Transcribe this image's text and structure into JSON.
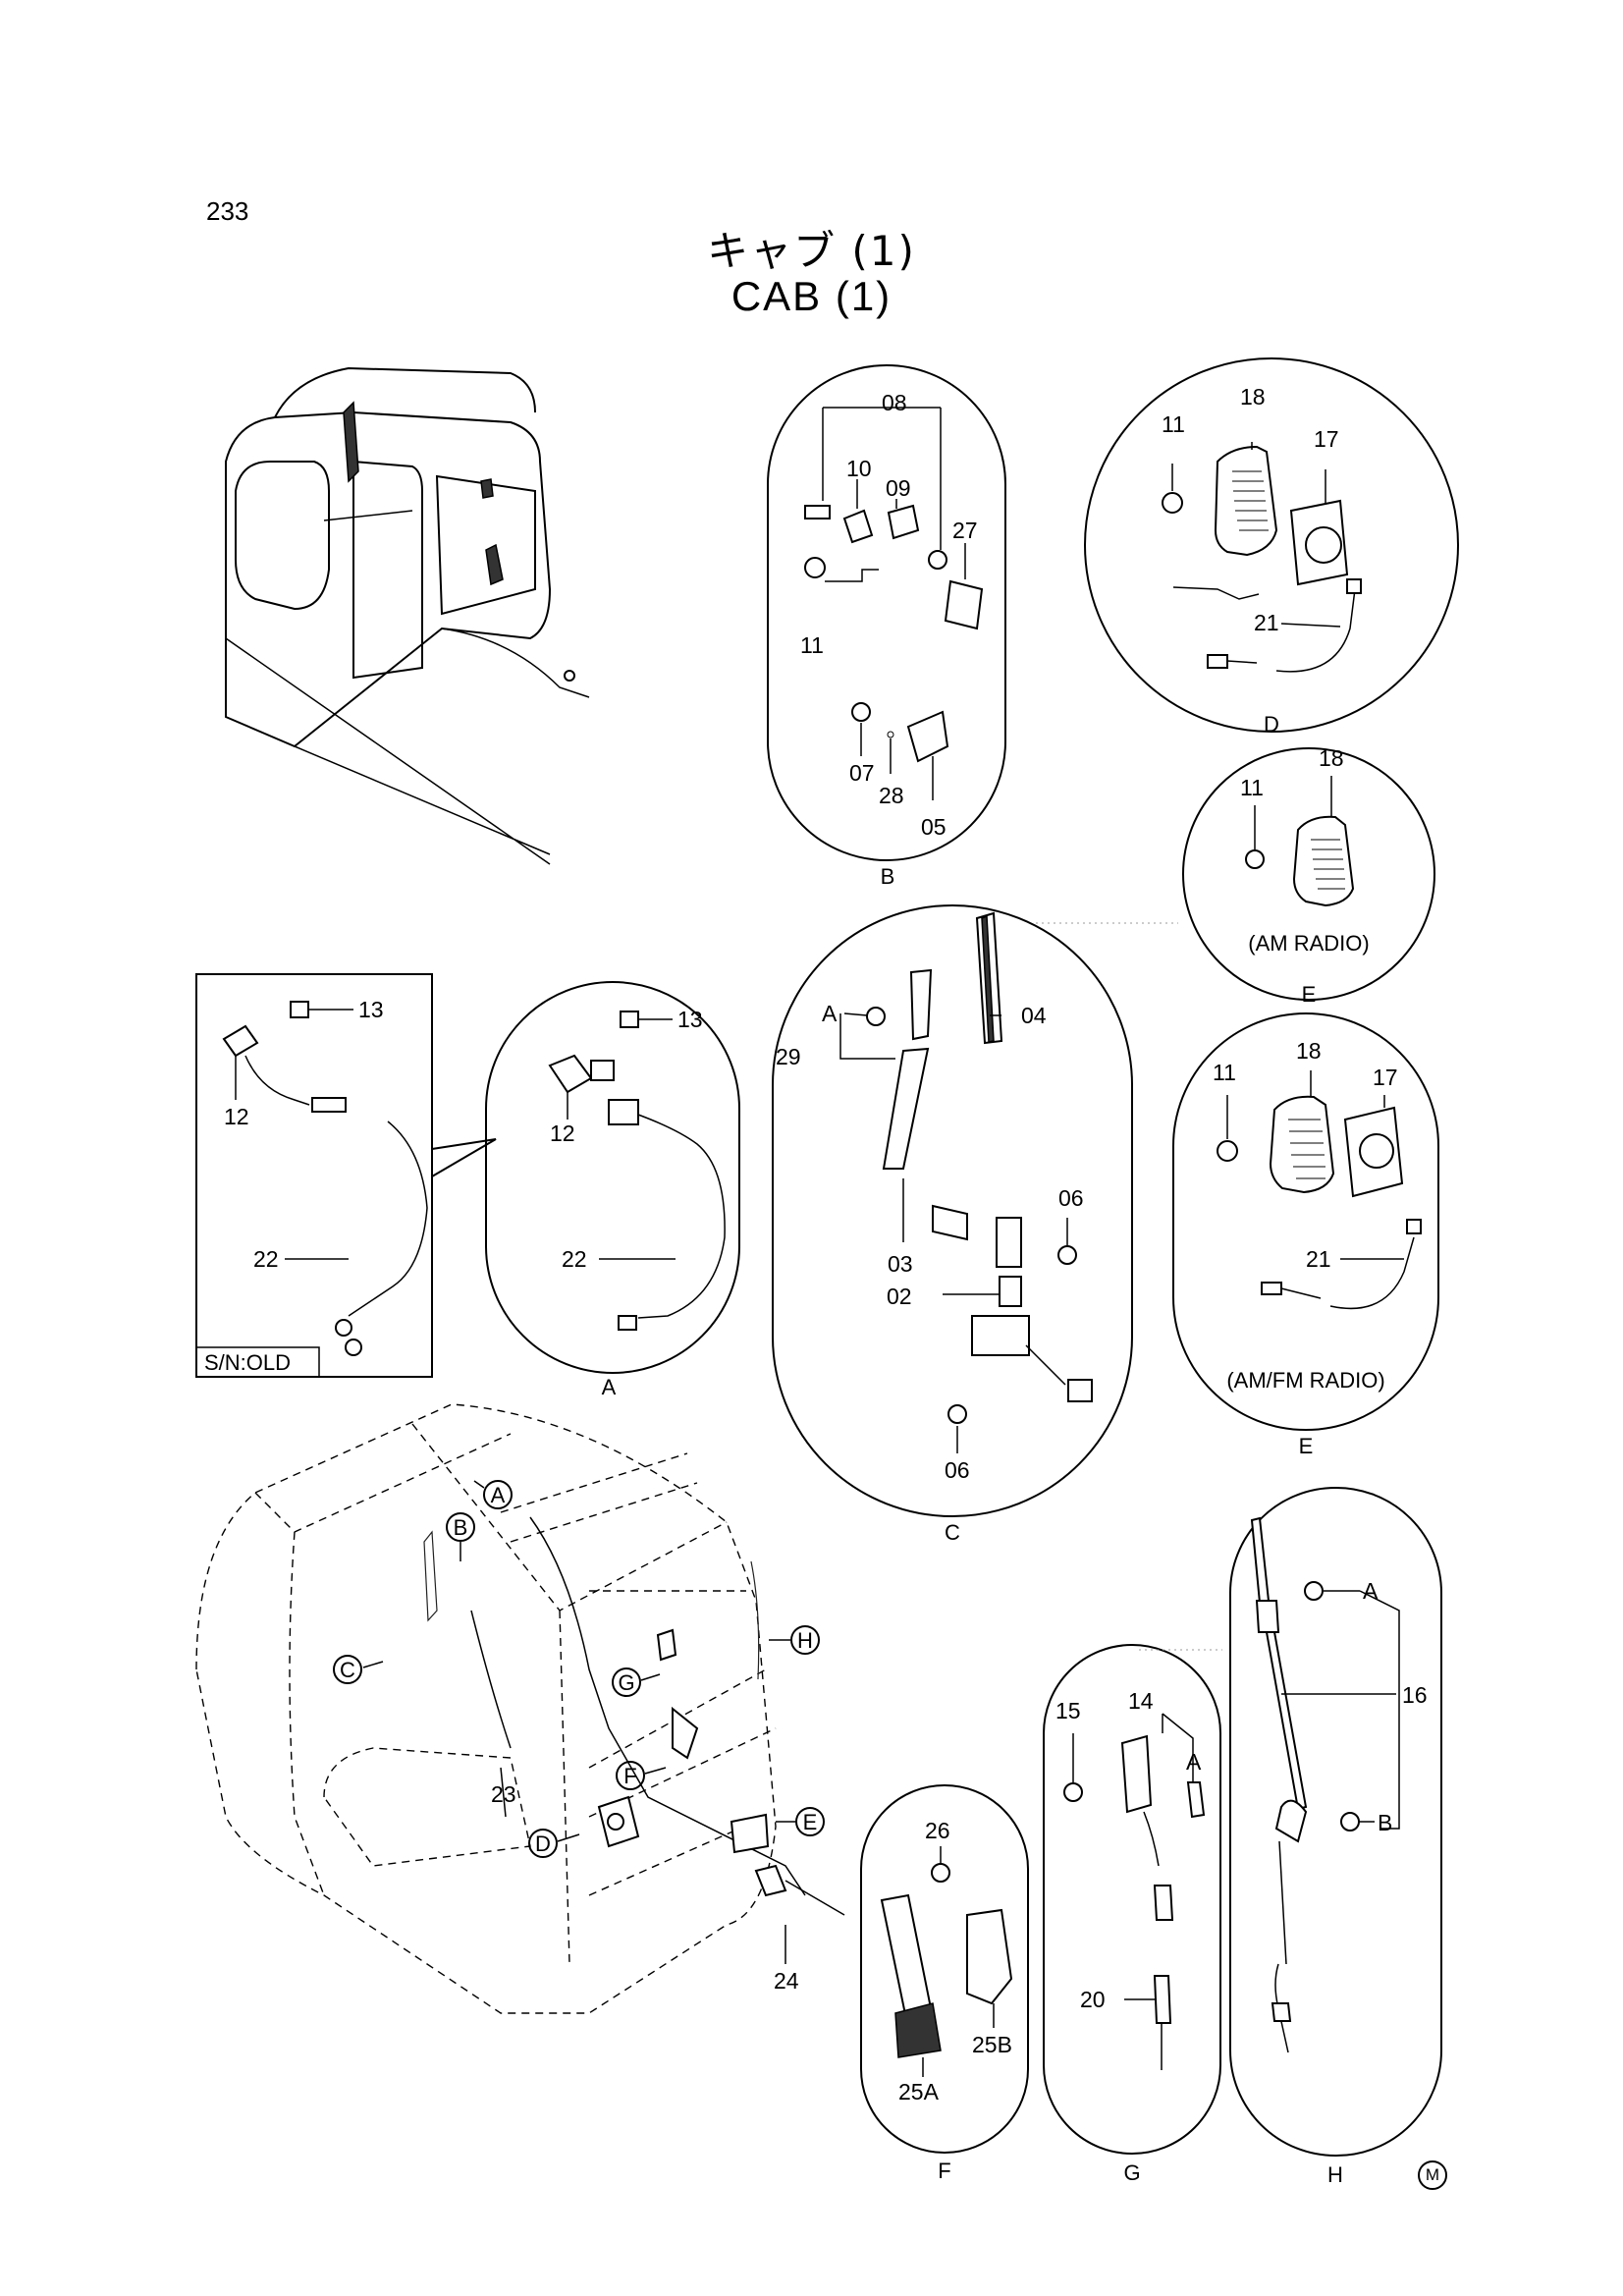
{
  "page_number": "233",
  "title_jp": "キャブ (1)",
  "title_en": "CAB (1)",
  "bubbles": {
    "A": {
      "label": "A",
      "parts": [
        "13",
        "12",
        "22"
      ]
    },
    "B": {
      "label": "B",
      "parts": [
        "08",
        "10",
        "09",
        "27",
        "11",
        "07",
        "28",
        "05"
      ]
    },
    "C": {
      "label": "C",
      "parts": [
        "A",
        "29",
        "04",
        "06",
        "03",
        "02",
        "06"
      ]
    },
    "D": {
      "label": "D",
      "parts": [
        "11",
        "18",
        "17",
        "21"
      ]
    },
    "E_am": {
      "label": "E",
      "note": "(AM RADIO)",
      "parts": [
        "11",
        "18"
      ]
    },
    "E_amfm": {
      "label": "E",
      "note": "(AM/FM RADIO)",
      "parts": [
        "11",
        "18",
        "17",
        "21"
      ]
    },
    "F": {
      "label": "F",
      "parts": [
        "26",
        "25B",
        "25A"
      ]
    },
    "G": {
      "label": "G",
      "parts": [
        "14",
        "15",
        "A",
        "20"
      ]
    },
    "H": {
      "label": "H",
      "parts": [
        "A",
        "16",
        "B"
      ]
    }
  },
  "old_box": {
    "label": "S/N:OLD",
    "parts": [
      "13",
      "12",
      "22"
    ]
  },
  "cab_callouts": [
    "A",
    "B",
    "C",
    "D",
    "E",
    "F",
    "G",
    "H",
    "23",
    "24"
  ],
  "marker": "M"
}
